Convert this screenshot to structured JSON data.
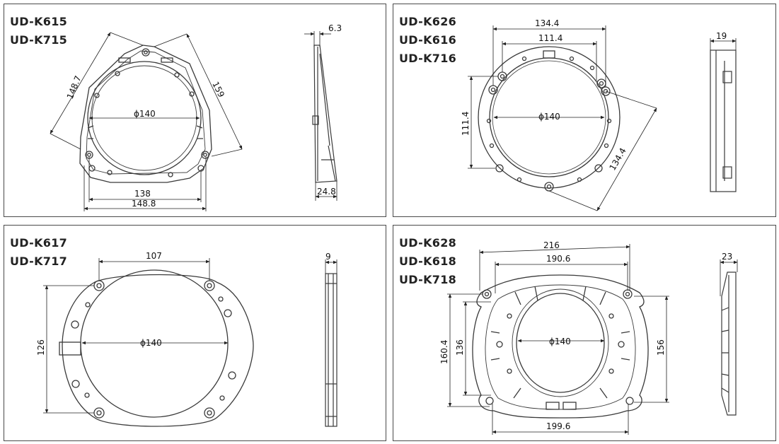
{
  "panels": [
    {
      "models": [
        "UD-K615",
        "UD-K715"
      ],
      "dims": {
        "diameter": "ϕ140",
        "side_left": "148.7",
        "side_right": "159",
        "bottom_inner": "138",
        "bottom_outer": "148.8",
        "depth_top": "6.3",
        "depth_bottom": "24.8"
      }
    },
    {
      "models": [
        "UD-K626",
        "UD-K616",
        "UD-K716"
      ],
      "dims": {
        "top_outer": "134.4",
        "top_inner": "111.4",
        "left": "111.4",
        "diameter": "ϕ140",
        "diagonal": "134.4",
        "depth": "19"
      }
    },
    {
      "models": [
        "UD-K617",
        "UD-K717"
      ],
      "dims": {
        "top": "107",
        "left": "126",
        "diameter": "ϕ140",
        "depth": "9"
      }
    },
    {
      "models": [
        "UD-K628",
        "UD-K618",
        "UD-K718"
      ],
      "dims": {
        "top_outer": "216",
        "top_inner": "190.6",
        "left_outer": "160.4",
        "left_inner": "136",
        "diameter": "ϕ140",
        "right": "156",
        "bottom": "199.6",
        "depth": "23"
      }
    }
  ],
  "colors": {
    "line": "#3a3a3a",
    "border": "#4a4a4a",
    "text": "#222222"
  }
}
